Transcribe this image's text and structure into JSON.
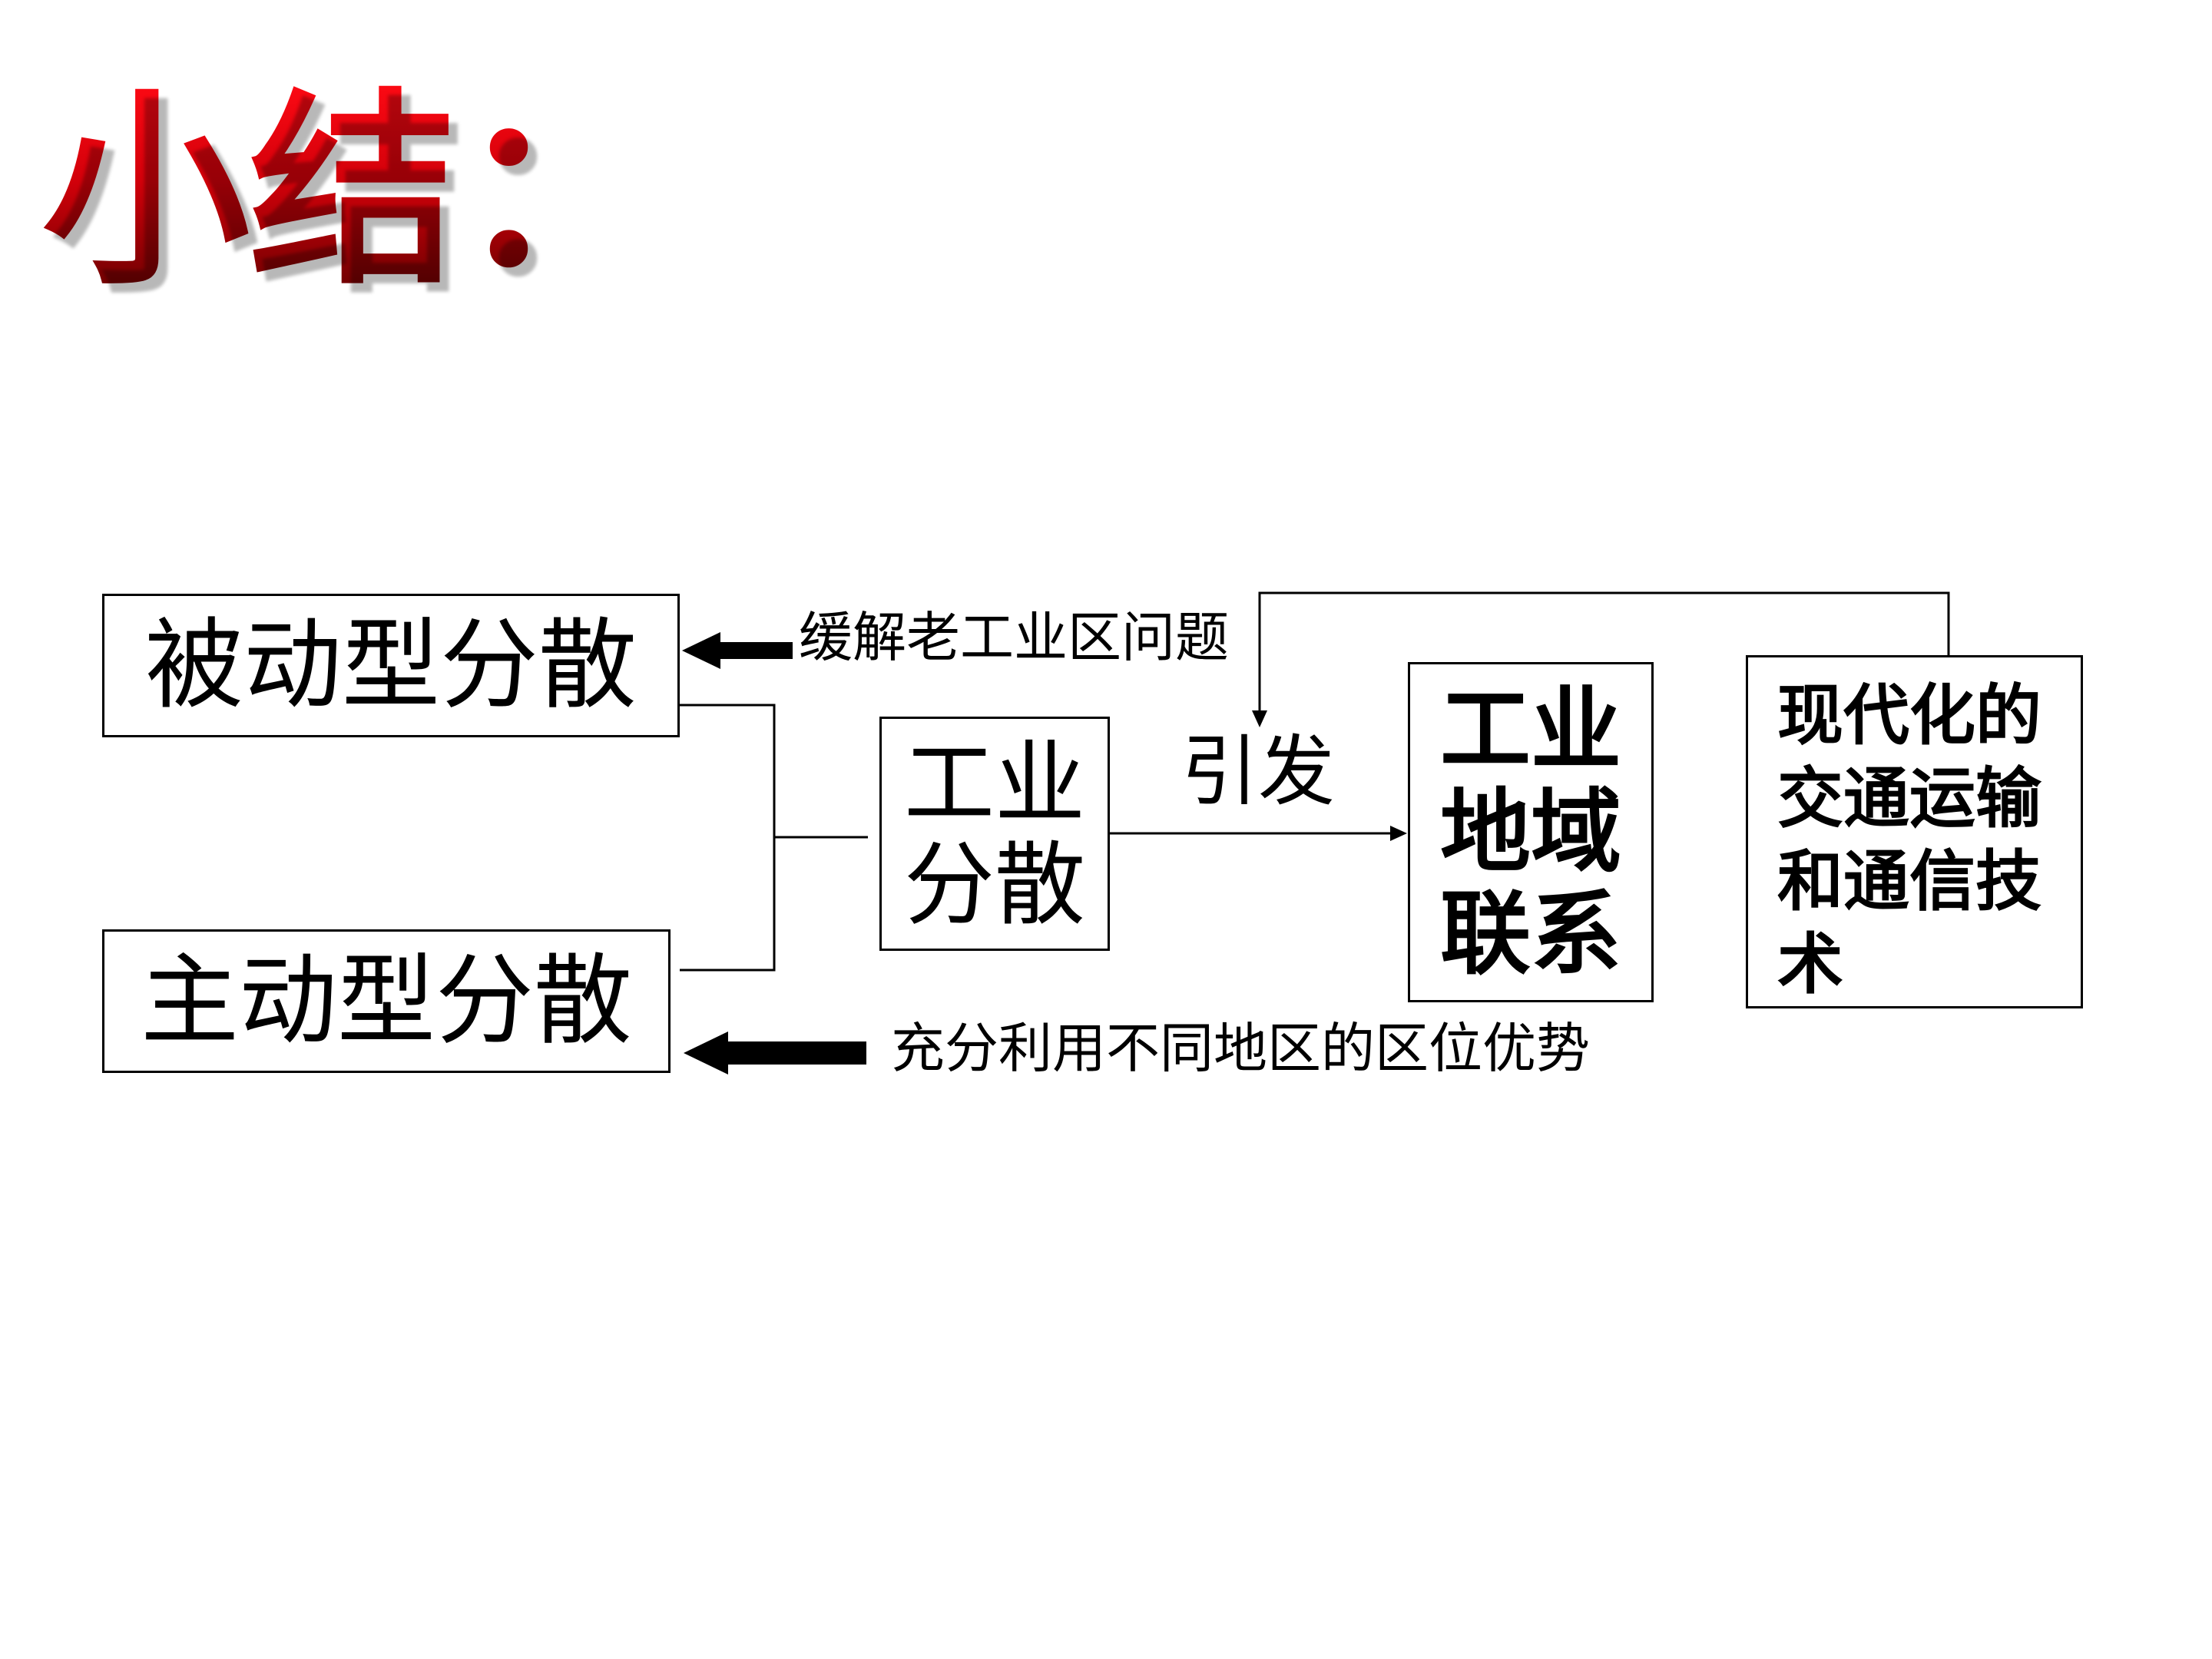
{
  "title": "小结：",
  "nodes": {
    "passive_dispersal": "被动型分散",
    "active_dispersal": "主动型分散",
    "industrial_dispersal": "工业分散",
    "regional_linkage": "工业地域联系",
    "modern_transport": "现代化的交通运输和通信技术"
  },
  "edge_labels": {
    "relieve": "缓解老工业区问题",
    "utilize": "充分利用不同地区的区位优势",
    "trigger": "引发"
  },
  "colors": {
    "title": "#c4000a",
    "line": "#000000"
  }
}
